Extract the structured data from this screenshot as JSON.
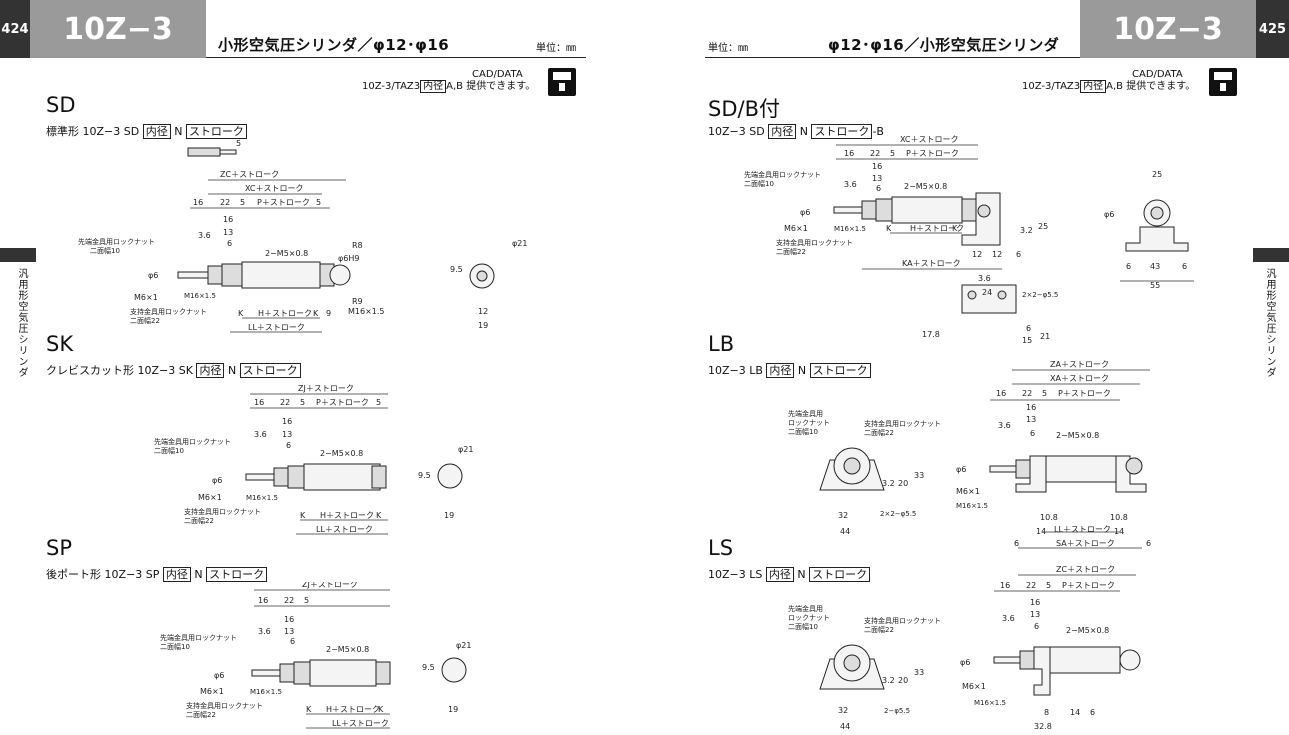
{
  "left_page": {
    "page_number": "424",
    "model": "10Z−3",
    "title": "小形空気圧シリンダ／φ12･φ16",
    "unit": "単位：㎜",
    "cad": {
      "model_prefix": "10Z-3/TAZ3",
      "boxed": "内径",
      "suffix": "A,B",
      "line1": "CAD/DATA",
      "line2": "提供できます。"
    }
  },
  "right_page": {
    "page_number": "425",
    "model": "10Z−3",
    "title": "φ12･φ16／小形空気圧シリンダ",
    "unit": "単位：㎜",
    "cad": {
      "model_prefix": "10Z-3/TAZ3",
      "boxed": "内径",
      "suffix": "A,B",
      "line1": "CAD/DATA",
      "line2": "提供できます。"
    }
  },
  "side_label": "汎用形空気圧シリンダ",
  "sections": {
    "sd": {
      "title": "SD",
      "prefix": "標準形 10Z−3 SD",
      "bore": "内径",
      "mid": "N",
      "stroke": "ストローク",
      "tail": ""
    },
    "sk": {
      "title": "SK",
      "prefix": "クレビスカット形 10Z−3 SK",
      "bore": "内径",
      "mid": "N",
      "stroke": "ストローク",
      "tail": ""
    },
    "sp": {
      "title": "SP",
      "prefix": "後ポート形 10Z−3 SP",
      "bore": "内径",
      "mid": "N",
      "stroke": "ストローク",
      "tail": ""
    },
    "sdb": {
      "title": "SD/B付",
      "prefix": "10Z−3 SD",
      "bore": "内径",
      "mid": "N",
      "stroke": "ストローク",
      "tail": "-B"
    },
    "lb": {
      "title": "LB",
      "prefix": "10Z−3 LB",
      "bore": "内径",
      "mid": "N",
      "stroke": "ストローク",
      "tail": ""
    },
    "ls": {
      "title": "LS",
      "prefix": "10Z−3 LS",
      "bore": "内径",
      "mid": "N",
      "stroke": "ストローク",
      "tail": ""
    }
  },
  "labels": {
    "zc": "ZC＋ストローク",
    "xc": "XC＋ストローク",
    "p": "P＋ストローク",
    "h": "H＋ストローク",
    "ll": "LL＋ストローク",
    "zj": "ZJ＋ストローク",
    "za": "ZA＋ストローク",
    "xa": "XA＋ストローク",
    "sa": "SA＋ストローク",
    "ka": "KA＋ストローク",
    "port": "2−M5×0.8",
    "m6": "M6×1",
    "m16": "M16×1.5",
    "tip_nut": "先端金具用ロックナット",
    "tip_nut_w": "二面幅10",
    "tip_nut_a": "先端金具用",
    "tip_nut_b": "ロックナット",
    "sup_nut": "支持金具用ロックナット",
    "sup_nut_w": "二面幅22",
    "phi6": "φ6",
    "phi21": "φ21",
    "phi6h9": "φ6H9",
    "r8": "R8",
    "r9": "R9",
    "n16": "16",
    "n22": "22",
    "n5": "5",
    "n13": "13",
    "n6": "6",
    "n36": "3.6",
    "k": "K",
    "n9": "9",
    "n95": "9.5",
    "n12": "12",
    "n19": "19",
    "n25": "25",
    "n32b": "3.2",
    "n43": "43",
    "n55": "55",
    "n24": "24",
    "n178": "17.8",
    "n15": "15",
    "n21": "21",
    "hole2": "2×2−φ5.5",
    "hole1": "2−φ5.5",
    "n33": "33",
    "n20": "20",
    "n32": "32",
    "n44": "44",
    "n14": "14",
    "n108": "10.8",
    "n328": "32.8",
    "n8": "8"
  }
}
